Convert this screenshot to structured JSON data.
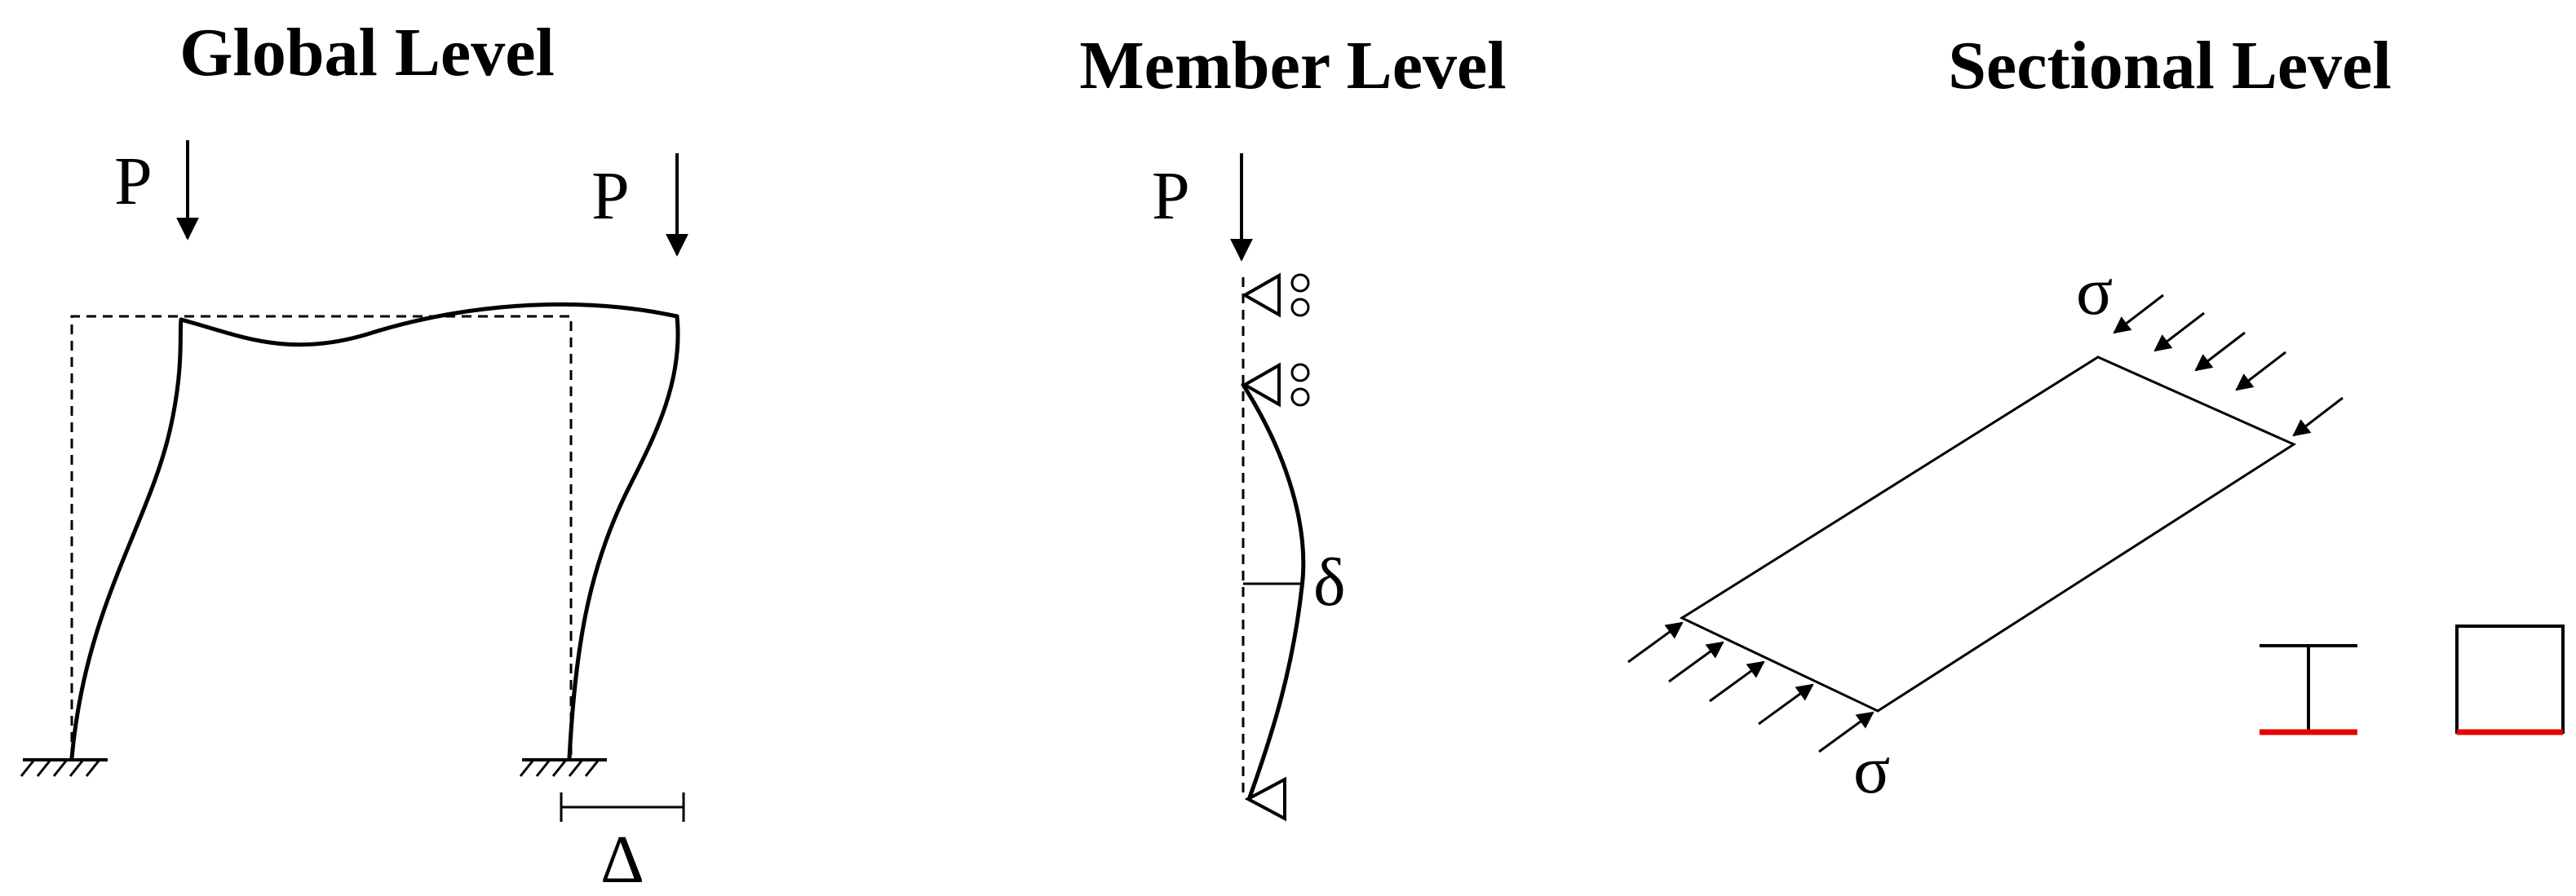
{
  "panels": {
    "global": {
      "title": "Global Level",
      "load_label_left": "P",
      "load_label_right": "P",
      "drift_label": "Δ"
    },
    "member": {
      "title": "Member Level",
      "load_label": "P",
      "deflection_label": "δ"
    },
    "sectional": {
      "title": "Sectional Level",
      "stress_label_top": "σ",
      "stress_label_bottom": "σ"
    }
  },
  "colors": {
    "ink": "#000000",
    "section_highlight": "#e60000"
  },
  "icons": [
    "arrow-down-icon",
    "fixed-support-icon",
    "roller-support-icon",
    "pin-support-icon",
    "i-section-icon",
    "box-section-icon"
  ]
}
